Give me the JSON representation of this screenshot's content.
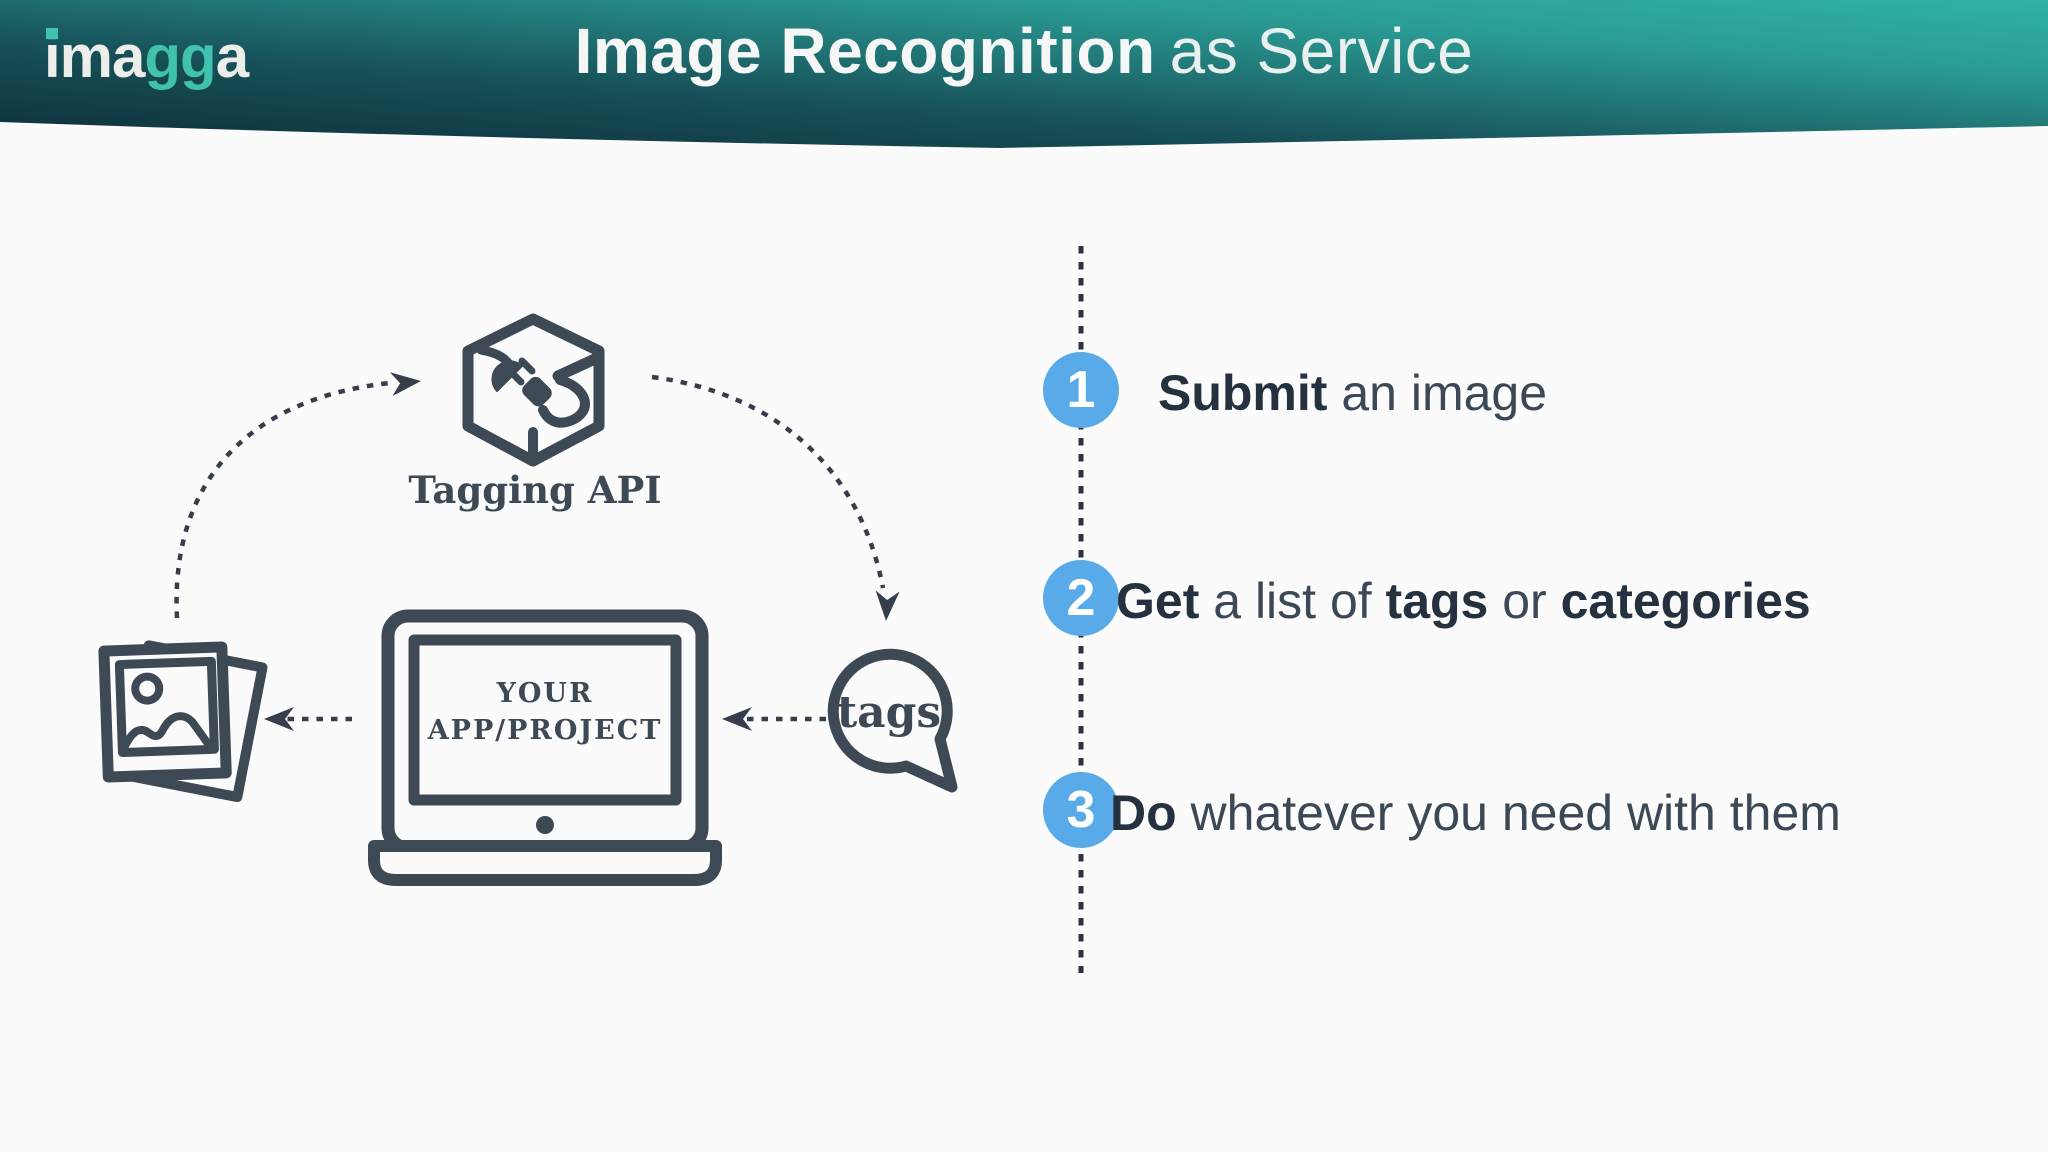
{
  "colors": {
    "header_gradient_left": "#0e2e39",
    "header_gradient_right": "#31b2a6",
    "logo_white": "#eceeea",
    "accent_teal": "#41c2ae",
    "background": "#fbfbfb",
    "icon_ink": "#3e4956",
    "dash_ink": "#2a333e",
    "step_blue": "#58abe8",
    "text_bold": "#26313f",
    "text_regular": "#3c4855"
  },
  "header": {
    "logo": {
      "part1": "i",
      "part2": "ma",
      "part3": "gg",
      "part4": "a"
    },
    "title_bold": "Image Recognition",
    "title_light": "as Service"
  },
  "diagram": {
    "api_label": "Tagging API",
    "laptop_line1": "YOUR",
    "laptop_line2": "APP/PROJECT",
    "bubble_label": "tags"
  },
  "steps": [
    {
      "number": "1",
      "segments": [
        {
          "text": "Submit",
          "bold": true
        },
        {
          "text": " an image",
          "bold": false
        }
      ]
    },
    {
      "number": "2",
      "segments": [
        {
          "text": "Get",
          "bold": true
        },
        {
          "text": " a list of ",
          "bold": false
        },
        {
          "text": "tags",
          "bold": true
        },
        {
          "text": " or ",
          "bold": false
        },
        {
          "text": "categories",
          "bold": true
        }
      ]
    },
    {
      "number": "3",
      "segments": [
        {
          "text": "Do",
          "bold": true
        },
        {
          "text": " whatever you need with them",
          "bold": false
        }
      ]
    }
  ]
}
